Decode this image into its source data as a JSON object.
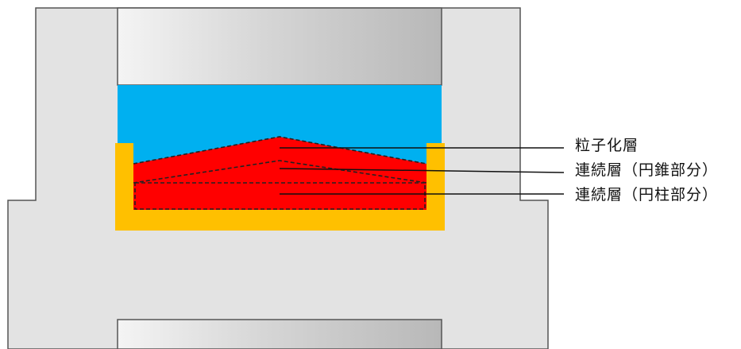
{
  "labels": {
    "particle_layer": "粒子化層",
    "continuous_cone": "連続層（円錐部分）",
    "continuous_cylinder": "連続層（円柱部分）"
  },
  "colors": {
    "body_gray": "#e3e3e3",
    "outline": "#555555",
    "liquid_blue": "#00b0f0",
    "cup_orange": "#ffc000",
    "layer_red": "#ff0000",
    "leader_line": "#111111"
  }
}
